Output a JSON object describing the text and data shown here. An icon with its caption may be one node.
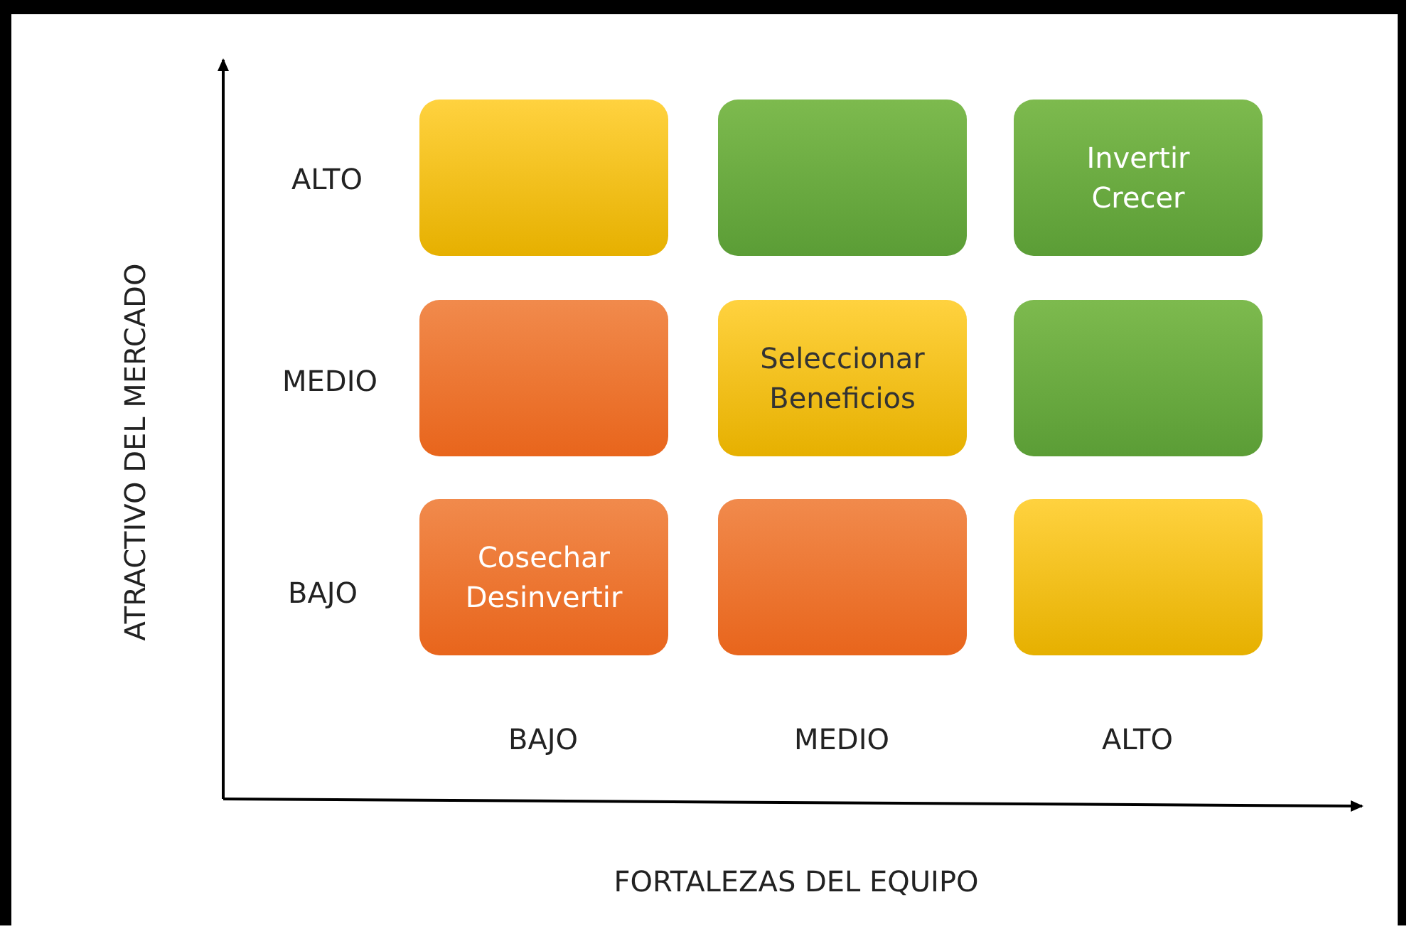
{
  "diagram": {
    "nodes": [
      {
        "text": [],
        "shape": "box"
      },
      {
        "text": [],
        "shape": "box"
      },
      {
        "text": [
          "Invertir Crecer"
        ]
      },
      {
        "text": [],
        "shape": "box"
      },
      {
        "text": [
          "Seleccionar Beneficios"
        ]
      },
      {
        "text": [],
        "shape": "box"
      },
      {
        "text": [
          "Cosechar Desinvertir"
        ]
      },
      {
        "text": [],
        "shape": "box"
      },
      {
        "text": [],
        "shape": "box"
      }
    ],
    "edges": [],
    "labels": [
      "ATRACTIVO DEL MERCADO",
      "ALTO",
      "MEDIO",
      "BAJO",
      "BAJO",
      "MEDIO",
      "ALTO",
      "FORTALEZAS DEL EQUIPO"
    ]
  }
}
